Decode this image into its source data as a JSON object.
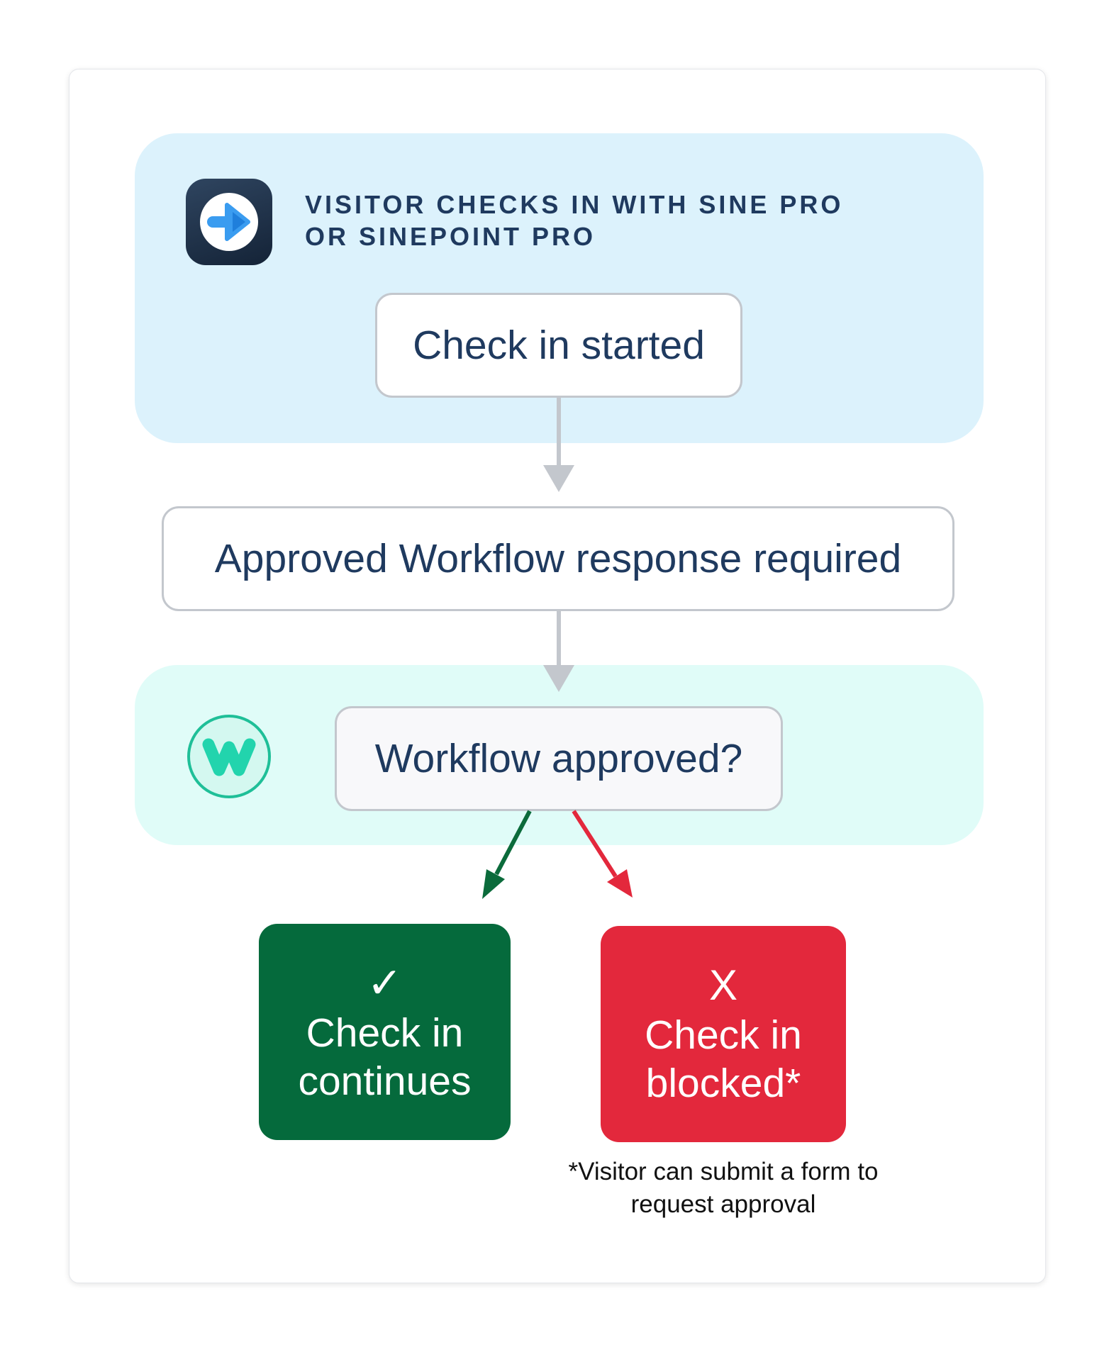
{
  "sine_zone": {
    "title_line1": "VISITOR CHECKS IN WITH SINE PRO",
    "title_line2": "OR SINEPOINT PRO",
    "icon": "sine-app-arrow-icon",
    "color": "#dcf2fc"
  },
  "workflow_zone": {
    "icon": "workflow-w-logo-icon",
    "color": "#e0fcf8"
  },
  "nodes": {
    "start": "Check in started",
    "required": "Approved Workflow response required",
    "decision": "Workflow approved?"
  },
  "outcomes": {
    "continue": {
      "mark": "✓",
      "line1": "Check in",
      "line2": "continues",
      "color": "#056a3c"
    },
    "blocked": {
      "mark": "X",
      "line1": "Check in",
      "line2": "blocked*",
      "color": "#e3283c"
    }
  },
  "footnote": {
    "line1": "*Visitor can submit a form to",
    "line2": "request approval"
  },
  "arrow_colors": {
    "neutral": "#c3c7cd",
    "approved": "#0b6b3b",
    "rejected": "#e3283c"
  }
}
